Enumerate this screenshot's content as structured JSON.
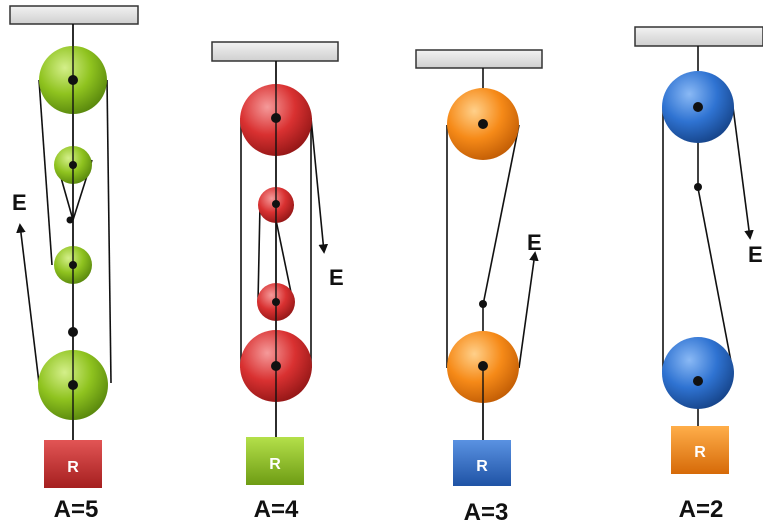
{
  "systems": [
    {
      "id": "a5",
      "effort_label": "E",
      "load_label": "R",
      "caption": "A=5",
      "pulley_color": "#8fc31f",
      "load_color": "#cc2e2e"
    },
    {
      "id": "a4",
      "effort_label": "E",
      "load_label": "R",
      "caption": "A=4",
      "pulley_color": "#d93131",
      "load_color": "#8fc31f"
    },
    {
      "id": "a3",
      "effort_label": "E",
      "load_label": "R",
      "caption": "A=3",
      "pulley_color": "#f68a18",
      "load_color": "#2f6cc4"
    },
    {
      "id": "a2",
      "effort_label": "E",
      "load_label": "R",
      "caption": "A=2",
      "pulley_color": "#2f73d2",
      "load_color": "#f68a18"
    }
  ],
  "colors": {
    "rope": "#111111",
    "ceiling_fill": "#e3e3e3",
    "ceiling_stroke": "#333333"
  }
}
